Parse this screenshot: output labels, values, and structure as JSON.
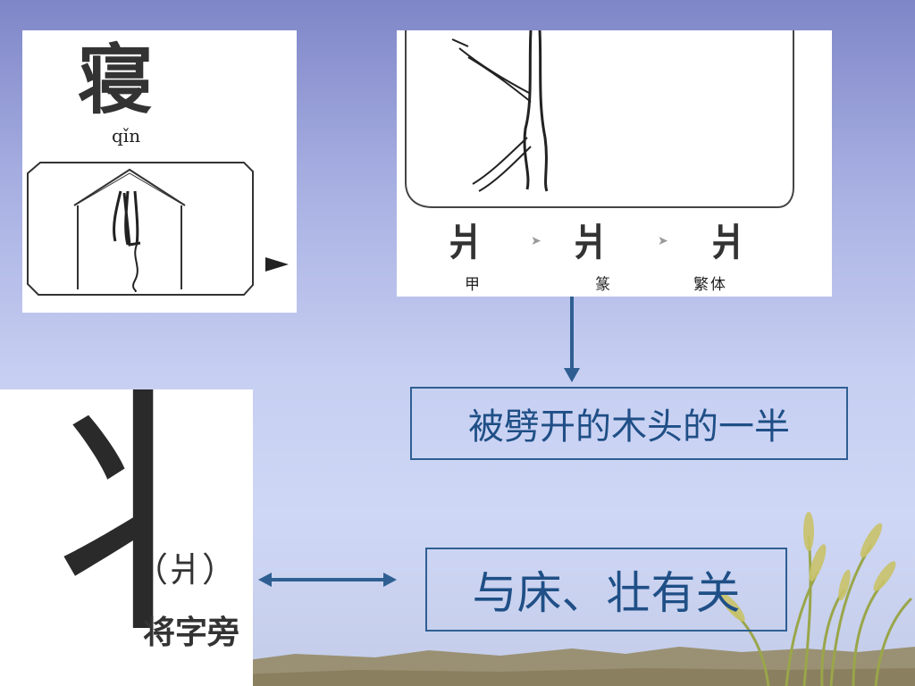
{
  "qin_panel": {
    "character": "寝",
    "pinyin": "qǐn"
  },
  "evolution_panel": {
    "glyphs": [
      "爿",
      "爿",
      "爿"
    ],
    "labels": [
      "甲",
      "篆",
      "繁体"
    ],
    "separator": "➤"
  },
  "radical_panel": {
    "radical": "丬",
    "paren_glyph": "（爿）",
    "caption": "将字旁"
  },
  "meaning_box": {
    "text": "被劈开的木头的一半"
  },
  "relation_box": {
    "text": "与床、壮有关"
  },
  "colors": {
    "accent": "#2f5f92",
    "text_blue": "#1f4f86"
  }
}
